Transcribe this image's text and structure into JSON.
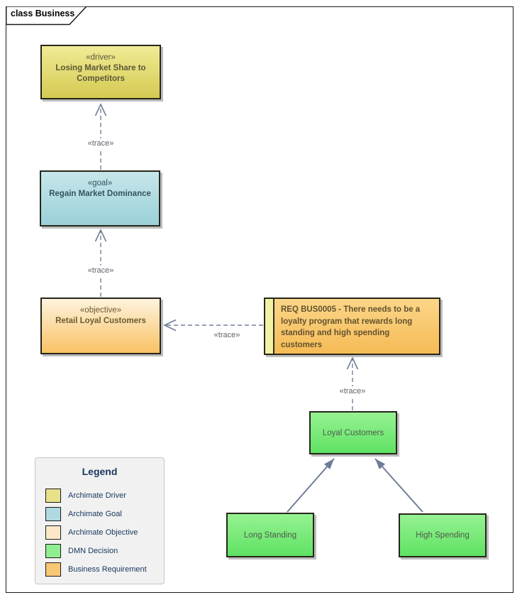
{
  "frame": {
    "title": "class Business"
  },
  "nodes": {
    "driver": {
      "stereotype": "«driver»",
      "name": "Losing Market Share to Competitors"
    },
    "goal": {
      "stereotype": "«goal»",
      "name": "Regain Market Dominance"
    },
    "objective": {
      "stereotype": "«objective»",
      "name": "Retail Loyal Customers"
    },
    "requirement": {
      "name": "REQ BUS0005 - There needs to be a loyalty program that rewards long standing and high spending customers"
    },
    "loyal_customers": {
      "name": "Loyal Customers"
    },
    "long_standing": {
      "name": "Long Standing"
    },
    "high_spending": {
      "name": "High Spending"
    }
  },
  "connectors": {
    "goal_to_driver": {
      "label": "«trace»"
    },
    "objective_to_goal": {
      "label": "«trace»"
    },
    "requirement_to_objective": {
      "label": "«trace»"
    },
    "loyal_customers_to_requirement": {
      "label": "«trace»"
    }
  },
  "legend": {
    "title": "Legend",
    "items": [
      {
        "label": "Archimate Driver",
        "color": "#e7e189"
      },
      {
        "label": "Archimate Goal",
        "color": "#afdae2"
      },
      {
        "label": "Archimate Objective",
        "color": "#fce8c8"
      },
      {
        "label": "DMN Decision",
        "color": "#8fee8f"
      },
      {
        "label": "Business Requirement",
        "color": "#f7c774"
      }
    ]
  },
  "colors": {
    "connector": "#6f7c97",
    "trace_text": "#60606a",
    "frame_border": "#1b1b1b"
  }
}
